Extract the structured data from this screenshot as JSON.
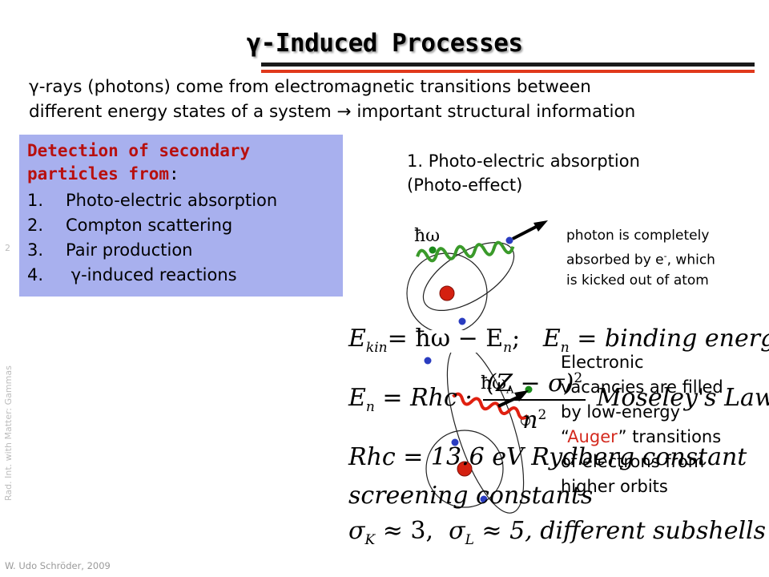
{
  "title": "γ-Induced Processes",
  "intro": {
    "line1": "γ-rays (photons) come from electromagnetic transitions between",
    "line2": "different energy states of a system  → important structural information"
  },
  "detection": {
    "heading_red": "Detection of secondary particles from",
    "heading_tail": ":",
    "items": [
      {
        "num": "1.",
        "label": "Photo-electric absorption"
      },
      {
        "num": "2.",
        "label": "Compton scattering"
      },
      {
        "num": "3.",
        "label": "Pair production"
      },
      {
        "num": "4.",
        "label": " γ-induced reactions"
      }
    ]
  },
  "side_note": "Rad. Int. with Matter: Gammas",
  "page_number": "2",
  "footer": "W. Udo Schröder, 2009",
  "photo_effect": {
    "heading_line1": "1. Photo-electric absorption",
    "heading_line2": "(Photo-effect)",
    "photon_label": "ħω",
    "note_line1": "photon is completely",
    "note_line2_a": "absorbed by e",
    "note_line2_sup": "-",
    "note_line2_b": ", which",
    "note_line3": "is kicked out of atom"
  },
  "auger": {
    "photon_label": "ħω",
    "photon_sub": "A",
    "line1": "Electronic",
    "line2": "vacancies are filled",
    "line3": "by low-energy",
    "line4_quote_open": "“",
    "line4_red": "Auger",
    "line4_rest": "” transitions",
    "line5": "of electrons from",
    "line6": "higher orbits"
  },
  "equations": {
    "eq1": {
      "lhs": "E",
      "lhs_sub": "kin",
      "rhs": "= ħω − E",
      "rhs_sub": "n",
      "tail": ";   ",
      "e2": "E",
      "e2_sub": "n",
      "e2_rhs": " = binding energy"
    },
    "eq2": {
      "lhs": "E",
      "lhs_sub": "n",
      "mid": " = Rhc · ",
      "num": "(Z − σ)",
      "num_sup": "2",
      "den": "n",
      "den_sup": "2",
      "tail": "  Moseley's Law"
    },
    "eq3": {
      "text": "Rhc = 13.6 eV   Rydberg constant"
    },
    "eq4": {
      "text": "screening constants"
    },
    "eq5": {
      "a": "σ",
      "a_sub": "K",
      "a_rest": " ≈ 3,  ",
      "b": "σ",
      "b_sub": "L",
      "b_rest": " ≈ 5,  different subshells"
    }
  },
  "colors": {
    "detection_bg": "#a8b0ee",
    "heading_red": "#b8100e",
    "auger_red": "#d42a1f",
    "title_rule_red": "#e0391c",
    "photon_wave_green": "#3a9a2a",
    "photon_wave_red": "#e02010",
    "electron_blue": "#2a3cc0",
    "electron_green": "#1a8a1a",
    "nucleus_red": "#d42010"
  }
}
